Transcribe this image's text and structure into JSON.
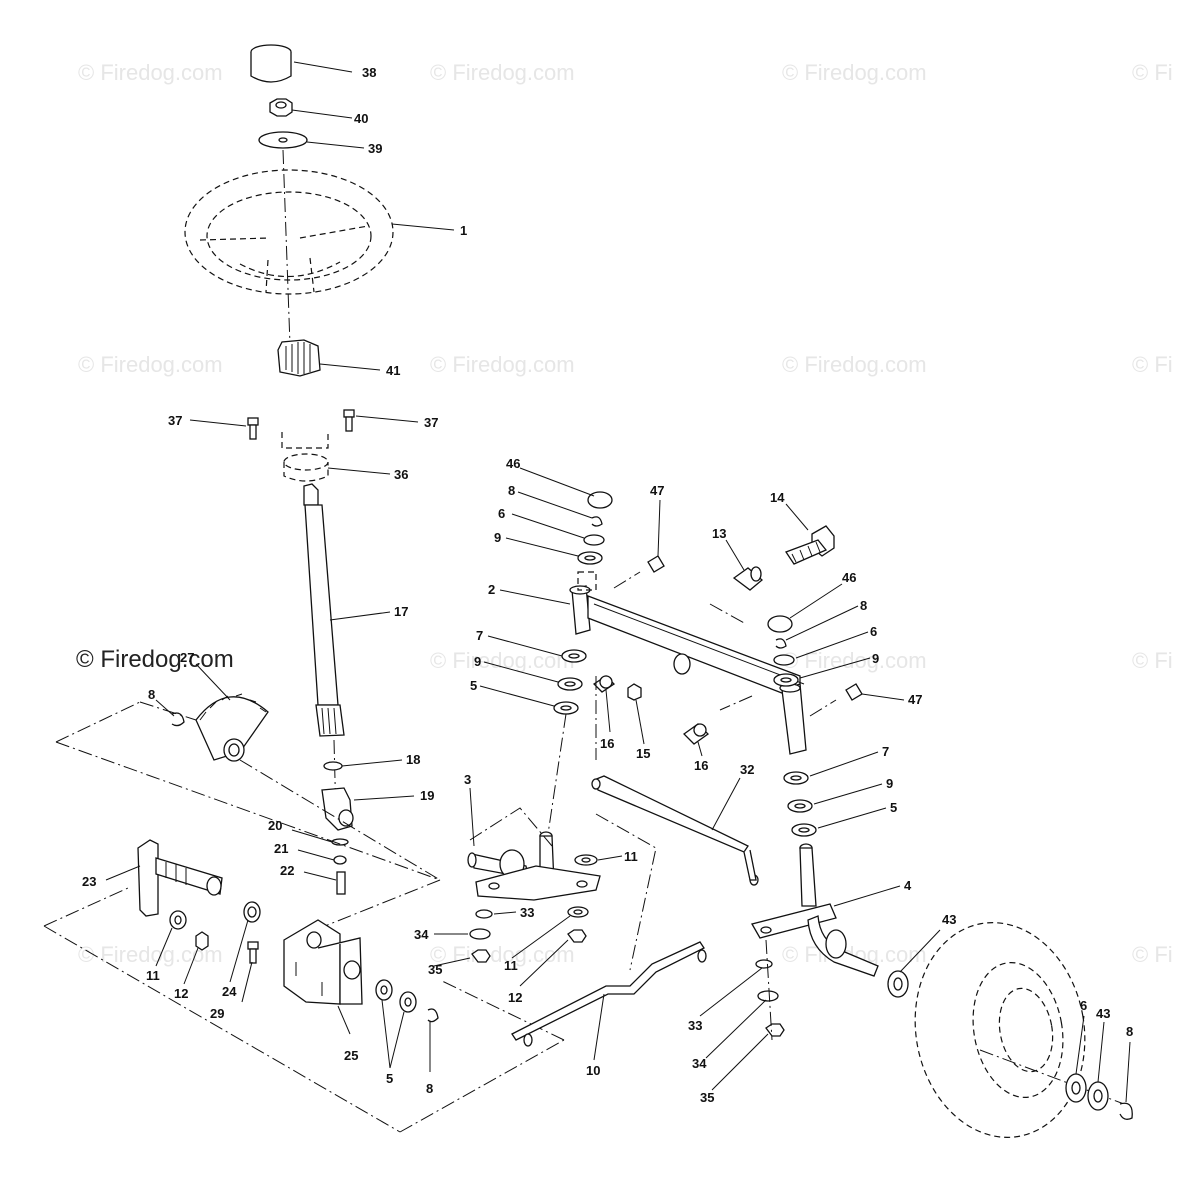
{
  "watermarks": {
    "faint": "© Firedog.com",
    "faint_cut": "© Fi",
    "strong": "© Firedog.com"
  },
  "callouts": {
    "p38": "38",
    "p40": "40",
    "p39": "39",
    "p1": "1",
    "p41": "41",
    "p37a": "37",
    "p37b": "37",
    "p36": "36",
    "p17": "17",
    "p27": "27",
    "p8a": "8",
    "p18": "18",
    "p19": "19",
    "p20": "20",
    "p21": "21",
    "p22": "22",
    "p23": "23",
    "p11a": "11",
    "p12a": "12",
    "p24": "24",
    "p29": "29",
    "p25": "25",
    "p5a": "5",
    "p8b": "8",
    "p46a": "46",
    "p8c": "8",
    "p6a": "6",
    "p9a": "9",
    "p47a": "47",
    "p2": "2",
    "p13": "13",
    "p14": "14",
    "p7a": "7",
    "p9b": "9",
    "p5b": "5",
    "p16a": "16",
    "p15": "15",
    "p16b": "16",
    "p46b": "46",
    "p8d": "8",
    "p6b": "6",
    "p9c": "9",
    "p47b": "47",
    "p7b": "7",
    "p9d": "9",
    "p5c": "5",
    "p3": "3",
    "p32": "32",
    "p11b": "11",
    "p33a": "33",
    "p34a": "34",
    "p35a": "35",
    "p11c": "11",
    "p12b": "12",
    "p10": "10",
    "p4": "4",
    "p33b": "33",
    "p34b": "34",
    "p35b": "35",
    "p43a": "43",
    "p6c": "6",
    "p43b": "43",
    "p8e": "8"
  }
}
